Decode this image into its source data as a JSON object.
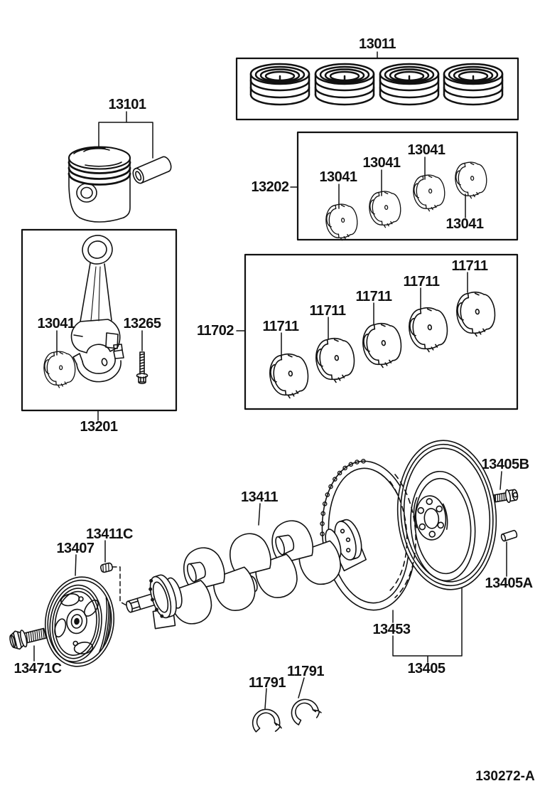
{
  "page": {
    "background": "#ffffff",
    "ink": "#111111",
    "doc_code": "130272-A"
  },
  "callouts": {
    "piston_ring_set_box": "13011",
    "rod_bearing_set_box": "13202",
    "rod_bearing": "13041",
    "piston_with_pin": "13101",
    "connecting_rod_kit_box": "13201",
    "connecting_rod_bolt": "13265",
    "main_bearing_set_box": "11702",
    "main_bearing": "11711",
    "crankshaft_pulley": "13407",
    "crankshaft_key": "13411C",
    "pulley_bolt": "13471C",
    "crankshaft": "13411",
    "flywheel_bolt": "13405B",
    "flywheel_dowel_pin": "13405A",
    "flywheel_ring_gear": "13453",
    "flywheel": "13405",
    "thrust_washer": "11791"
  },
  "counts": {
    "piston_ring_sets": 4,
    "rod_bearings_in_box": 4,
    "main_bearings_in_box": 5,
    "thrust_washers": 2
  }
}
